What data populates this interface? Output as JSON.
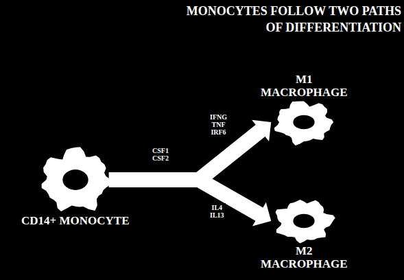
{
  "diagram": {
    "title": "MONOCYTES FOLLOW TWO PATHS OF DIFFERENTIATION",
    "nodes": [
      {
        "text": [
          "CD14+ MONOCYTE"
        ]
      },
      {
        "text": [
          "M1 MACROPHAGE"
        ]
      },
      {
        "text": [
          "M2 MACROPHAGE"
        ]
      }
    ],
    "edges": [
      {
        "from": 0,
        "to": 1,
        "arrow": "to",
        "label": "IFNG TNF IRF6"
      },
      {
        "from": 0,
        "to": 2,
        "arrow": "to",
        "label": "IL4 IL13"
      }
    ],
    "labels": [
      "CSF1 CSF2"
    ]
  }
}
